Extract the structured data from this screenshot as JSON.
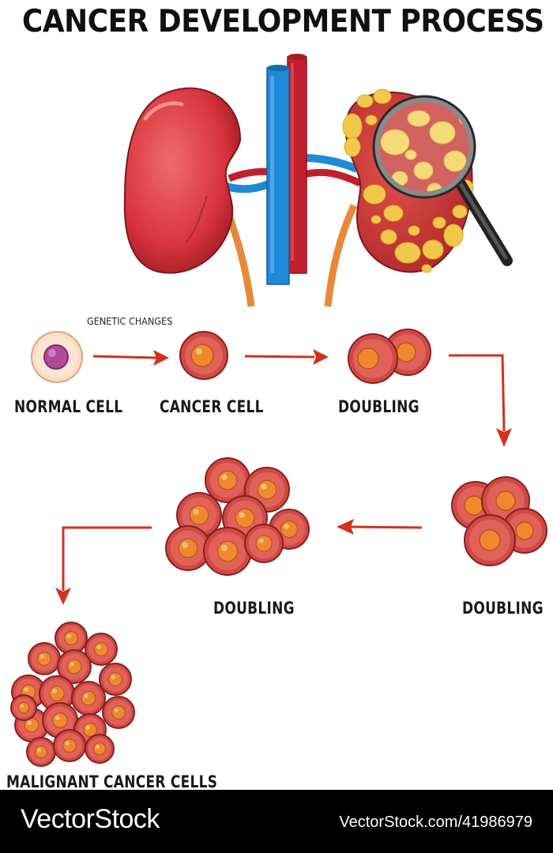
{
  "title": "CANCER DEVELOPMENT PROCESS",
  "labels": {
    "genetic_changes": "GENETIC CHANGES",
    "normal_cell": "NORMAL CELL",
    "cancer_cell": "CANCER CELL",
    "doubling_1": "DOUBLING",
    "doubling_2": "DOUBLING",
    "doubling_3": "DOUBLING",
    "malignant": "MALIGNANT CANCER CELLS"
  },
  "footer": {
    "brand": "VectorStock",
    "image_id": "VectorStock.com/41986979"
  },
  "colors": {
    "kidney": "#d8343d",
    "vein": "#1e8ad8",
    "artery": "#c21f2e",
    "ureter": "#e8893a",
    "tumor": "#f1c94a",
    "cell_body": "#cf4a44",
    "cell_nucleus": "#f0892e",
    "normal_cell": "#f8dcc4",
    "normal_nucleus": "#b24a9a",
    "arrow": "#d2311c"
  }
}
